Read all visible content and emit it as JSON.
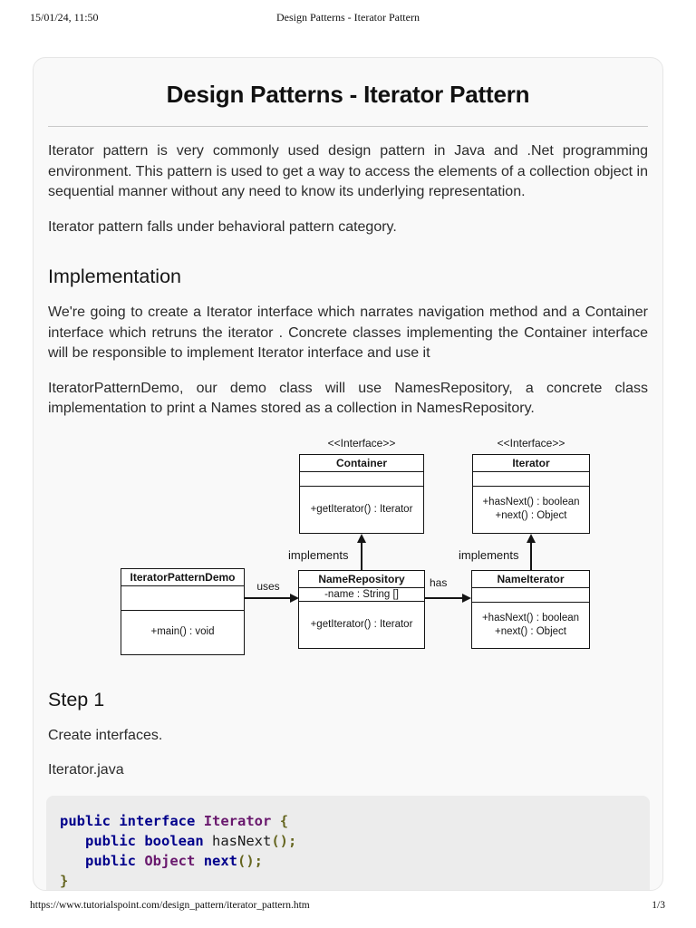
{
  "page": {
    "header": {
      "datetime": "15/01/24, 11:50",
      "doc_title": "Design Patterns - Iterator Pattern"
    },
    "footer": {
      "url": "https://www.tutorialspoint.com/design_pattern/iterator_pattern.htm",
      "page_num": "1/3"
    }
  },
  "article": {
    "title": "Design Patterns - Iterator Pattern",
    "intro_p1": "Iterator pattern is very commonly used design pattern in Java and .Net programming environment. This pattern is used to get a way to access the elements of a collection object in sequential manner without any need to know its underlying representation.",
    "intro_p2": "Iterator pattern falls under behavioral pattern category.",
    "implementation": {
      "heading": "Implementation",
      "p1": "We're going to create a Iterator interface which narrates navigation method and a Container interface which retruns the iterator . Concrete classes implementing the Container interface will be responsible to implement Iterator interface and use it",
      "p2": "IteratorPatternDemo, our demo class will use NamesRepository, a concrete class implementation to print a Names stored as a collection in NamesRepository."
    },
    "step1": {
      "heading": "Step 1",
      "p1": "Create interfaces.",
      "p2": "Iterator.java"
    }
  },
  "diagram": {
    "stereotype": "<<Interface>>",
    "labels": {
      "implements_left": "implements",
      "implements_right": "implements",
      "uses": "uses",
      "has": "has"
    },
    "boxes": {
      "container": {
        "title": "Container",
        "methods": [
          "+getIterator() : Iterator"
        ]
      },
      "iterator": {
        "title": "Iterator",
        "methods": [
          "+hasNext() : boolean",
          "+next() : Object"
        ]
      },
      "demo": {
        "title": "IteratorPatternDemo",
        "methods": [
          "+main() : void"
        ]
      },
      "name_repository": {
        "title": "NameRepository",
        "attr": "-name : String []",
        "methods": [
          "+getIterator() : Iterator"
        ]
      },
      "name_iterator": {
        "title": "NameIterator",
        "methods": [
          "+hasNext() : boolean",
          "+next() : Object"
        ]
      }
    }
  },
  "code": {
    "lines": [
      [
        [
          "kwd",
          "public"
        ],
        [
          "pln",
          " "
        ],
        [
          "kwd",
          "interface"
        ],
        [
          "pln",
          " "
        ],
        [
          "typ",
          "Iterator"
        ],
        [
          "pln",
          " "
        ],
        [
          "pun",
          "{"
        ]
      ],
      [
        [
          "pln",
          "   "
        ],
        [
          "kwd",
          "public"
        ],
        [
          "pln",
          " "
        ],
        [
          "kwd",
          "boolean"
        ],
        [
          "pln",
          " "
        ],
        [
          "pln",
          "hasNext"
        ],
        [
          "pun",
          "();"
        ]
      ],
      [
        [
          "pln",
          "   "
        ],
        [
          "kwd",
          "public"
        ],
        [
          "pln",
          " "
        ],
        [
          "typ",
          "Object"
        ],
        [
          "pln",
          " "
        ],
        [
          "kwd",
          "next"
        ],
        [
          "pun",
          "();"
        ]
      ],
      [
        [
          "pun",
          "}"
        ]
      ]
    ]
  },
  "colors": {
    "code_keyword": "#00008B",
    "code_type": "#69186D",
    "code_punctuation": "#666620",
    "code_background": "#ececec",
    "card_background": "#f9f9f9"
  }
}
